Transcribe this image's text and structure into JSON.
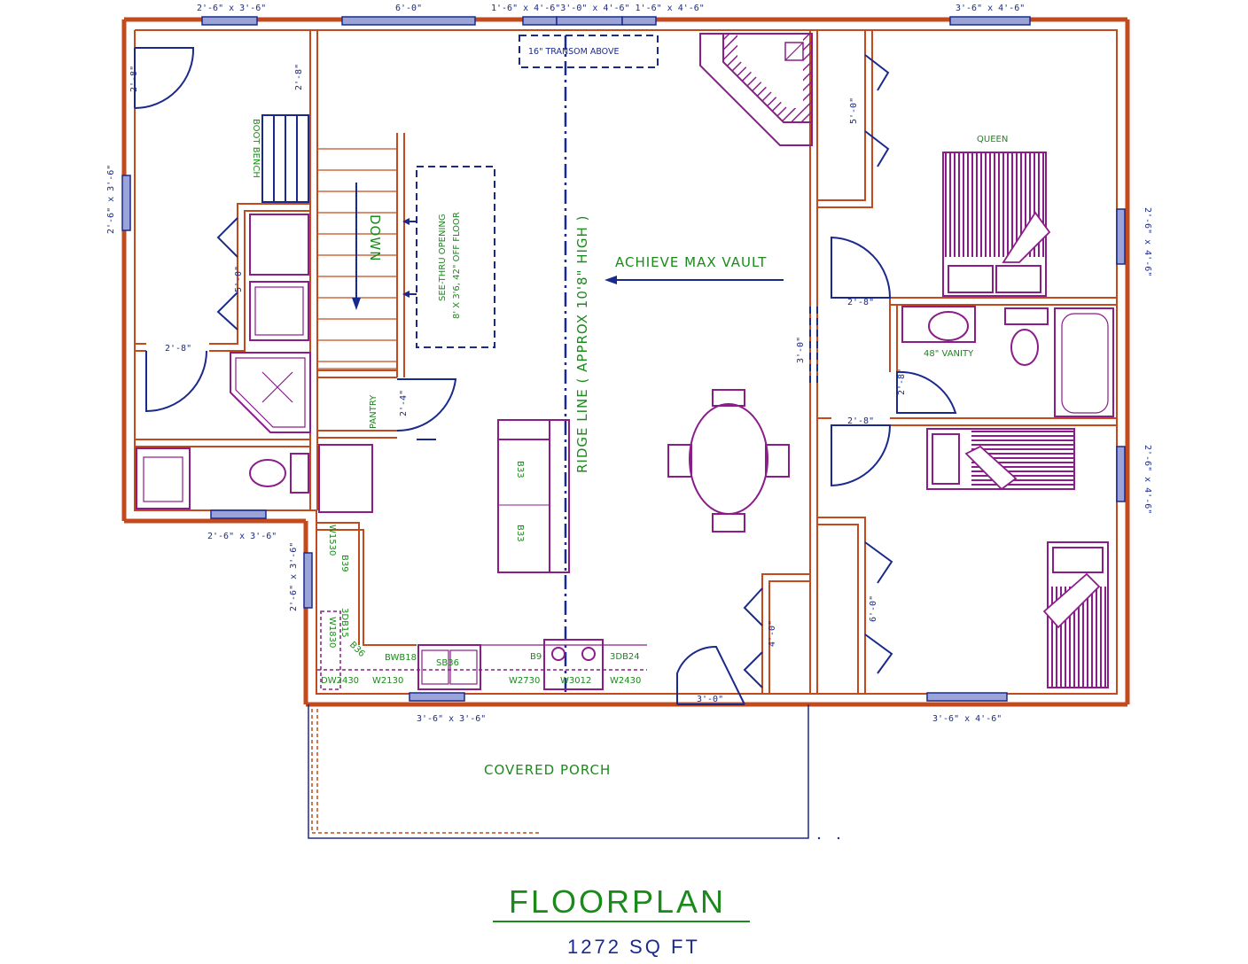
{
  "title": "FLOORPLAN",
  "subtitle": "1272 SQ FT",
  "windows": {
    "top_left": "2'-6\" x 3'-6\"",
    "top_6ft": "6'-0\"",
    "top_center": "1'-6\" x 4'-6\"3'-0\" x 4'-6\" 1'-6\" x 4'-6\"",
    "top_right": "3'-6\" x 4'-6\"",
    "left_wall": "2'-6\" x 3'-6\"",
    "mudroom_bottom": "2'-6\" x 3'-6\"",
    "kitchen_left": "2'-6\" x 3'-6\"",
    "front_center": "3'-6\" x 3'-6\"",
    "front_right": "3'-6\" x 4'-6\"",
    "right_upper": "2'-6\" x 4'-6\"",
    "right_lower": "2'-6\" x 4'-6\""
  },
  "doors": {
    "mudroom_entry": "2'-8\"",
    "mudroom_inner": "2'-8\"",
    "laundry_closet": "5'-0\"",
    "bath_left": "2'-8\"",
    "pantry": "2'-4\"",
    "front": "3'-0\"",
    "coat_closet": "4'-0\"",
    "hall_opening": "3'-0\"",
    "bed1_closet": "5'-0\"",
    "bed1_door": "2'-8\"",
    "bath_right": "2'-8\"",
    "bed2_door": "2'-8\"",
    "bed2_closet": "6'-0\""
  },
  "labels": {
    "boot_bench": "BOOT BENCH",
    "stairs_down": "DOWN",
    "see_thru_1": "SEE-THRU OPENING",
    "see_thru_2": "8' X 3'6, 42\" OFF FLOOR",
    "transom": "16\" TRANSOM ABOVE",
    "ridge": "RIDGE LINE ( APPROX 10'8\" HIGH )",
    "vault": "ACHIEVE MAX VAULT",
    "pantry": "PANTRY",
    "queen": "QUEEN",
    "vanity": "48\" VANITY",
    "porch": "COVERED PORCH",
    "island_b33_a": "B33",
    "island_b33_b": "B33"
  },
  "cabinets": {
    "w1530": "W1530",
    "b39": "B39",
    "w1830": "W1830",
    "3db15": "3DB15",
    "b36": "B36",
    "dw2430": "DW2430",
    "w2130": "W2130",
    "bwb18": "BWB18",
    "sb36": "SB36",
    "b9": "B9",
    "w2730": "W2730",
    "w3012": "W3012",
    "3db24": "3DB24",
    "w2430": "W2430"
  },
  "colors": {
    "wall": "#c24a1c",
    "window": "#1a2a8c",
    "furniture": "#8a1d8a",
    "annotation": "#1a8a1a"
  }
}
